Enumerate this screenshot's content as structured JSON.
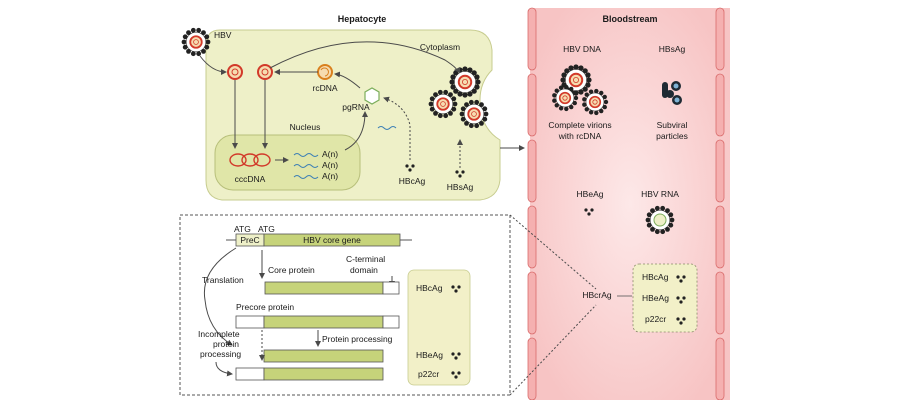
{
  "hepatocyte": {
    "title": "Hepatocyte",
    "cytoplasm": "Cytoplasm",
    "nucleus": "Nucleus",
    "hbv_label": "HBV",
    "rcdna": "rcDNA",
    "pgrna": "pgRNA",
    "cccdna": "cccDNA",
    "polya": [
      "A(n)",
      "A(n)",
      "A(n)"
    ],
    "hbcag": "HBcAg",
    "hbsag": "HBsAg"
  },
  "bloodstream": {
    "title": "Bloodstream",
    "hbv_dna": "HBV DNA",
    "hbsag": "HBsAg",
    "complete_virions": [
      "Complete virions",
      "with rcDNA"
    ],
    "subviral": [
      "Subviral",
      "particles"
    ],
    "hbeag": "HBeAg",
    "hbv_rna": "HBV RNA",
    "hbcrag": "HBcrAg",
    "hbcrag_box": [
      "HBcAg",
      "HBeAg",
      "p22cr"
    ]
  },
  "gene_panel": {
    "atg": [
      "ATG",
      "ATG"
    ],
    "prec": "PreC",
    "core_gene": "HBV core gene",
    "translation": "Translation",
    "core_protein": "Core protein",
    "c_terminal": [
      "C-terminal",
      "domain"
    ],
    "precore_protein": "Precore protein",
    "protein_processing": "Protein processing",
    "incomplete": [
      "Incomplete",
      "protein",
      "processing"
    ],
    "products": [
      "HBcAg",
      "HBeAg",
      "p22cr"
    ]
  },
  "colors": {
    "cell_fill": "#eef0c8",
    "nucleus_fill": "#e0e6a8",
    "core_gene": "#c6d37a",
    "blood": "#f6caca",
    "blood_wall": "#f08f8f",
    "virion_dark": "#222222",
    "capsid_red": "#d23a2a"
  }
}
